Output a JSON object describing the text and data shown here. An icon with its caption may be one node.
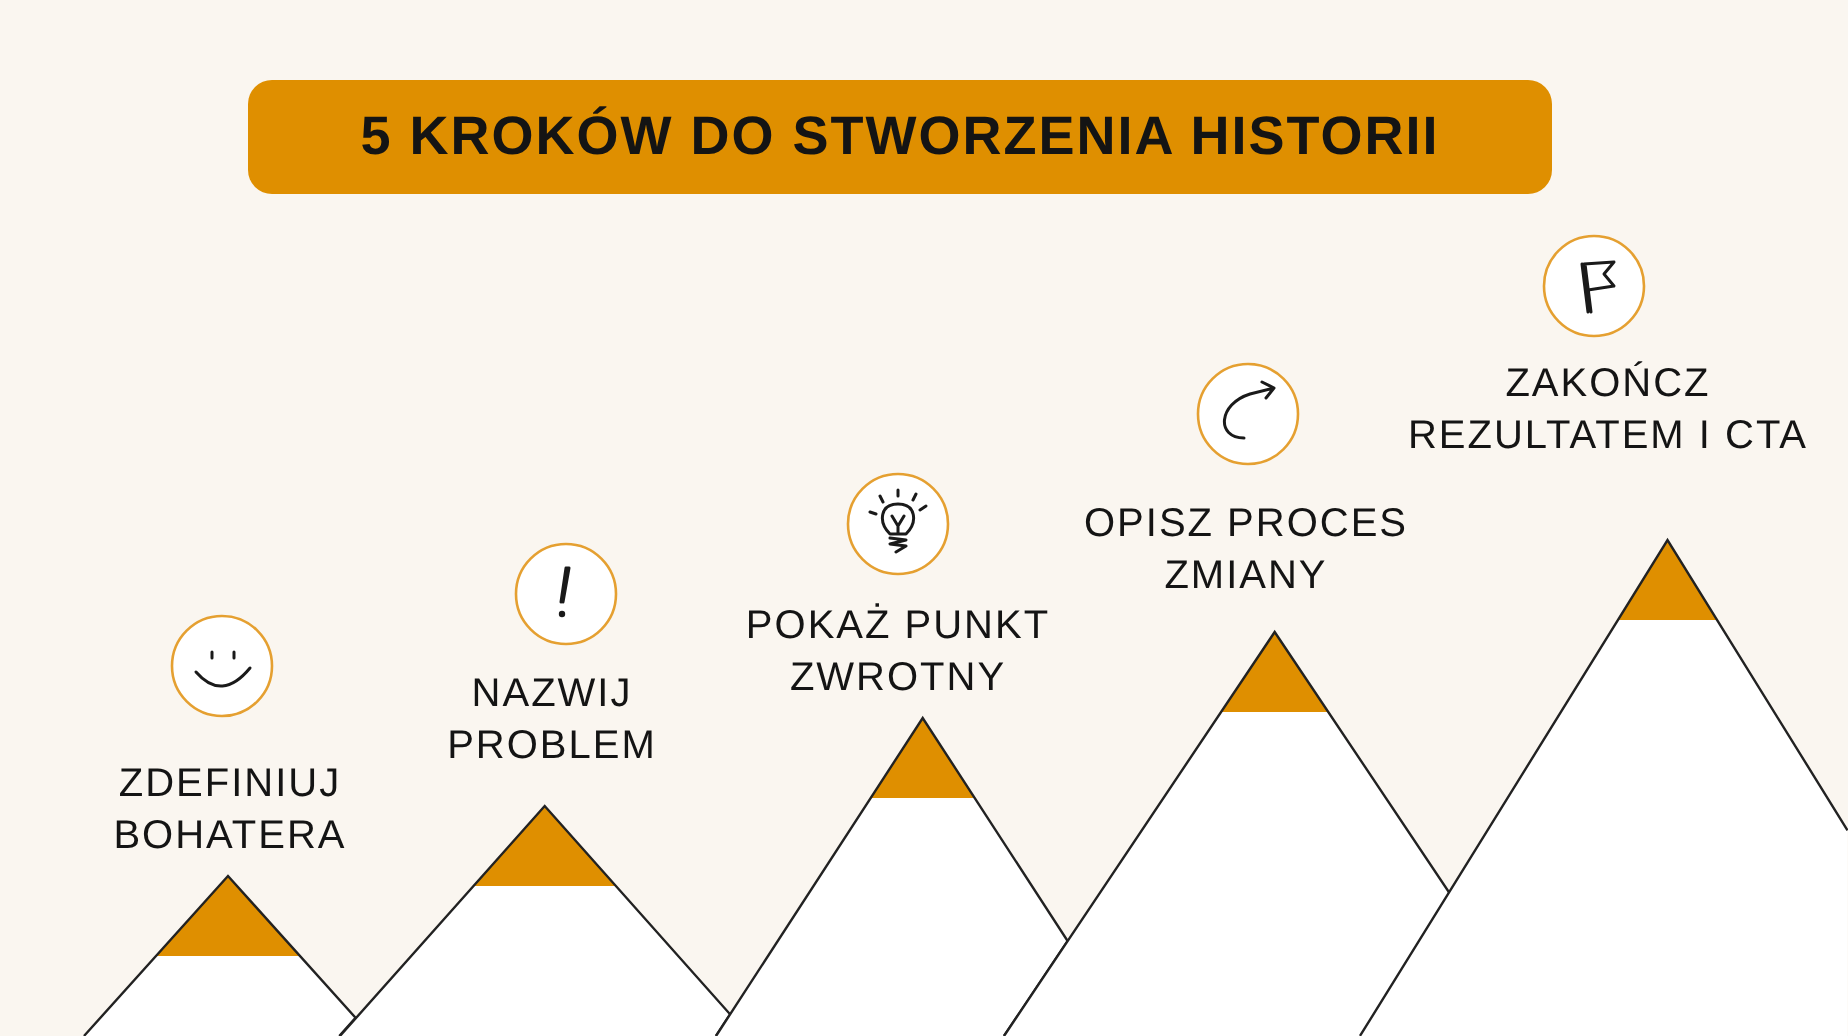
{
  "diagram": {
    "title": "5 KROKÓW DO STWORZENIA HISTORII",
    "labels": [
      "ZDEFINIUJ BOHATERA",
      "NAZWIJ PROBLEM",
      "POKAŻ PUNKT ZWROTNY",
      "OPISZ PROCES ZMIANY",
      "ZAKOŃCZ REZULTATEM I CTA"
    ]
  }
}
